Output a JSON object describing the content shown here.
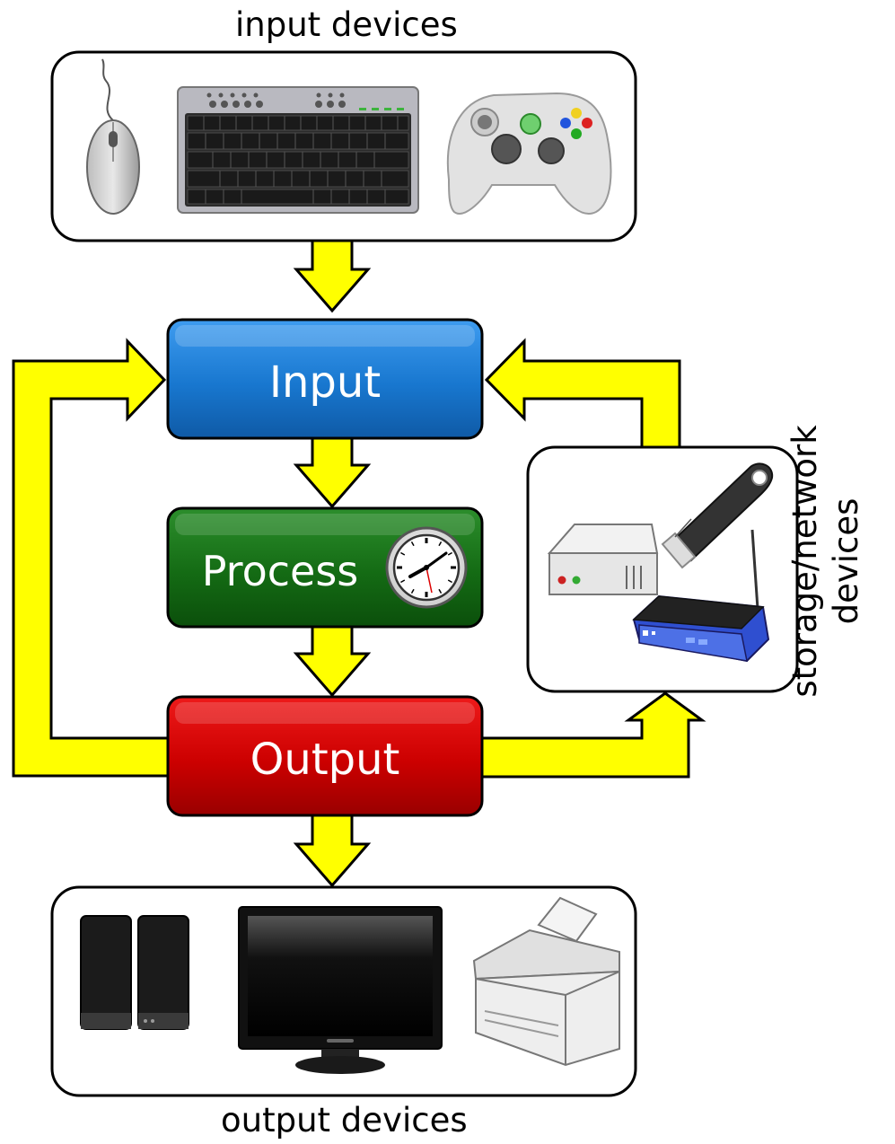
{
  "captions": {
    "input_devices": "input devices",
    "output_devices": "output devices",
    "storage_line1": "storage/network",
    "storage_line2": "devices"
  },
  "stages": {
    "input": "Input",
    "process": "Process",
    "output": "Output"
  },
  "device_icons": {
    "input": [
      "mouse-icon",
      "keyboard-icon",
      "gamepad-icon"
    ],
    "storage": [
      "hard-drive-icon",
      "usb-drive-icon",
      "router-icon"
    ],
    "output": [
      "speakers-icon",
      "monitor-icon",
      "printer-icon"
    ]
  },
  "colors": {
    "arrow_fill": "#ffff00",
    "input_box": "#1a78d0",
    "process_box": "#157015",
    "output_box": "#cc0000",
    "outline": "#000000"
  }
}
